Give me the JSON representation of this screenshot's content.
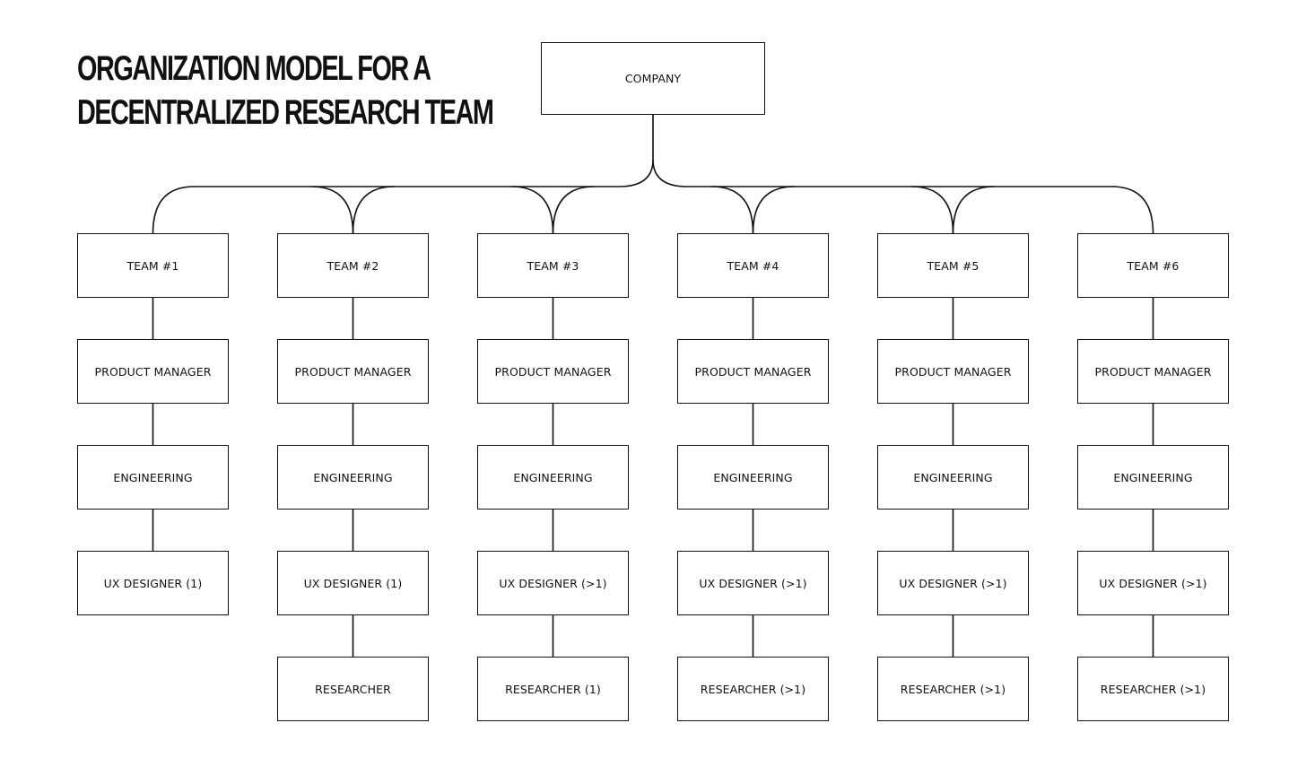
{
  "title": {
    "line1": "ORGANIZATION MODEL FOR A",
    "line2": "DECENTRALIZED RESEARCH TEAM"
  },
  "root": {
    "label": "COMPANY"
  },
  "teams": [
    {
      "label": "TEAM #1",
      "members": [
        "PRODUCT MANAGER",
        "ENGINEERING",
        "UX DESIGNER (1)"
      ]
    },
    {
      "label": "TEAM #2",
      "members": [
        "PRODUCT MANAGER",
        "ENGINEERING",
        "UX DESIGNER (1)",
        "RESEARCHER"
      ]
    },
    {
      "label": "TEAM #3",
      "members": [
        "PRODUCT MANAGER",
        "ENGINEERING",
        "UX DESIGNER (>1)",
        "RESEARCHER (1)"
      ]
    },
    {
      "label": "TEAM #4",
      "members": [
        "PRODUCT MANAGER",
        "ENGINEERING",
        "UX DESIGNER (>1)",
        "RESEARCHER (>1)"
      ]
    },
    {
      "label": "TEAM #5",
      "members": [
        "PRODUCT MANAGER",
        "ENGINEERING",
        "UX DESIGNER (>1)",
        "RESEARCHER (>1)"
      ]
    },
    {
      "label": "TEAM #6",
      "members": [
        "PRODUCT MANAGER",
        "ENGINEERING",
        "UX DESIGNER (>1)",
        "RESEARCHER (>1)"
      ]
    }
  ]
}
